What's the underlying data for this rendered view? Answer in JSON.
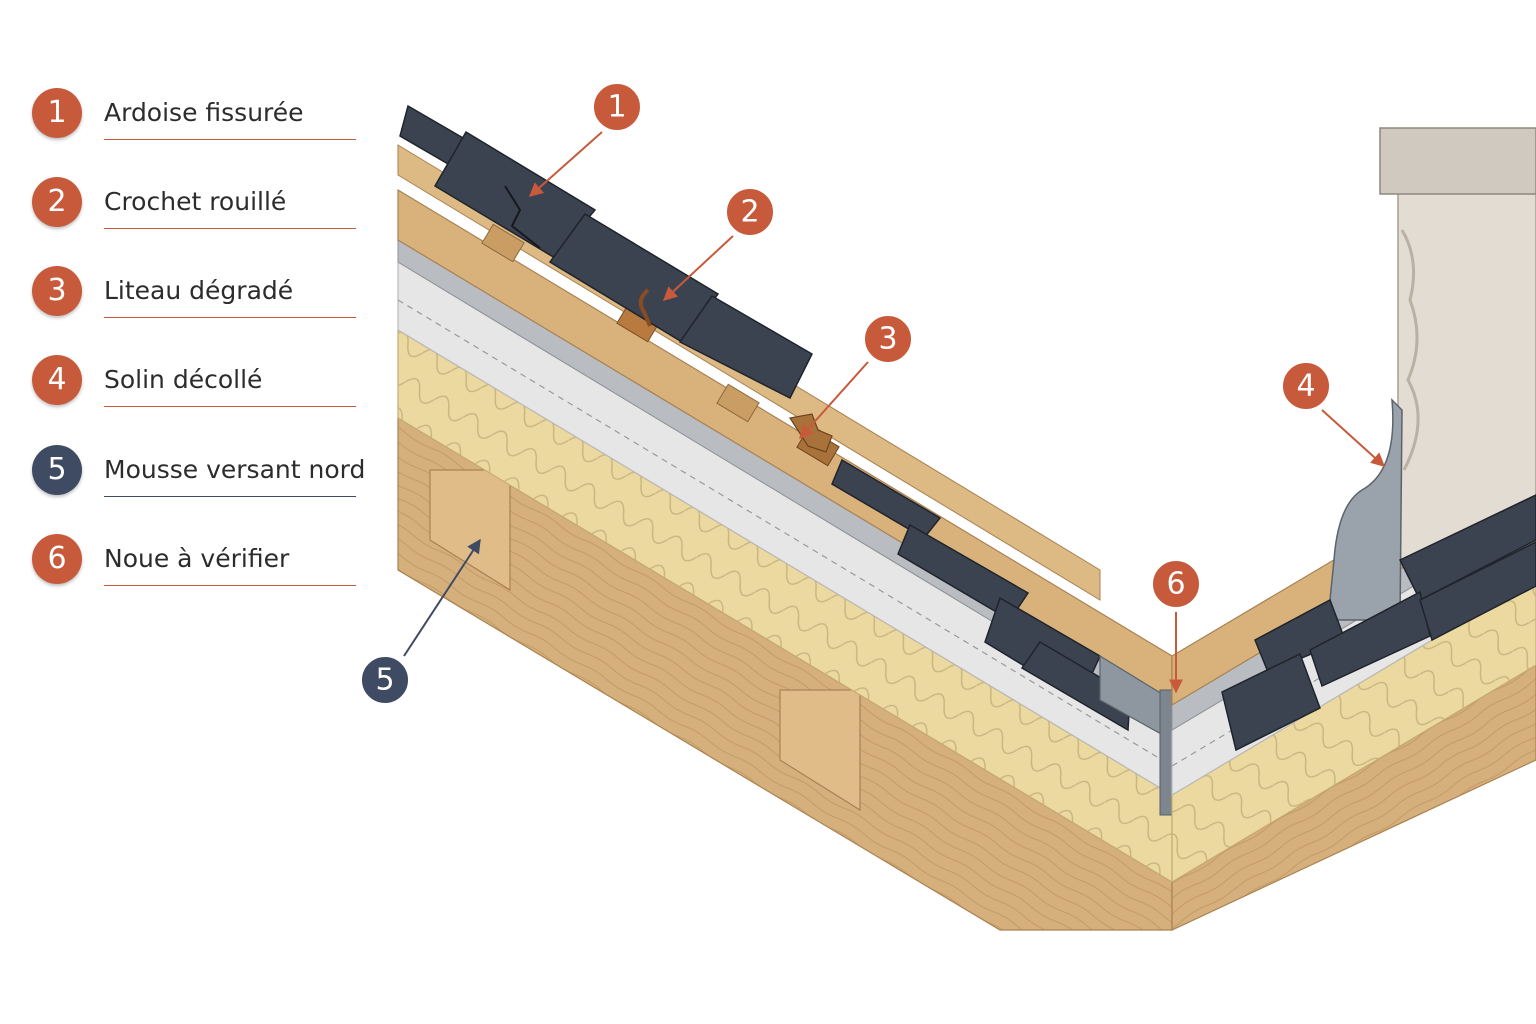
{
  "colors": {
    "accent": "#c85a3c",
    "accent_dark": "#3f4b63",
    "slate": "#3c4350",
    "slate_edge": "#1f242c",
    "wood": "#d6b07c",
    "insulation": "#ecd9a0",
    "membrane": "#dcdcdc",
    "zinc": "#8e979f",
    "chimney": "#e2dcd2"
  },
  "legend": [
    {
      "number": "1",
      "label": "Ardoise fissurée",
      "tone": "accent"
    },
    {
      "number": "2",
      "label": "Crochet rouillé",
      "tone": "accent"
    },
    {
      "number": "3",
      "label": "Liteau dégradé",
      "tone": "accent"
    },
    {
      "number": "4",
      "label": "Solin décollé",
      "tone": "accent"
    },
    {
      "number": "5",
      "label": "Mousse versant nord",
      "tone": "dark"
    },
    {
      "number": "6",
      "label": "Noue à vérifier",
      "tone": "accent"
    }
  ],
  "callouts": [
    {
      "number": "1",
      "tone": "accent"
    },
    {
      "number": "2",
      "tone": "accent"
    },
    {
      "number": "3",
      "tone": "accent"
    },
    {
      "number": "4",
      "tone": "accent"
    },
    {
      "number": "5",
      "tone": "dark"
    },
    {
      "number": "6",
      "tone": "accent"
    }
  ]
}
